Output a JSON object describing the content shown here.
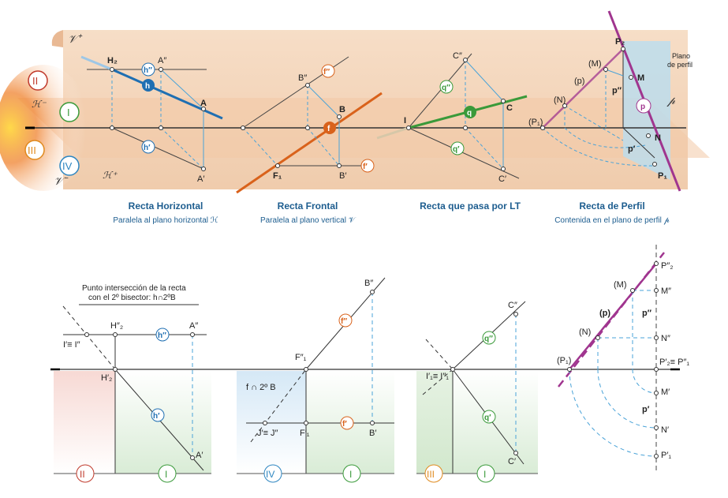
{
  "planes": {
    "v_plus": "𝒱⁺",
    "v_minus": "𝒱⁻",
    "h_minus": "ℋ⁻",
    "h_plus": "ℋ⁺",
    "profile_plane_line1": "Plano",
    "profile_plane_line2": "de perfil",
    "profile_symbol": "𝓅"
  },
  "quadrants": {
    "q1": "I",
    "q2": "II",
    "q3": "III",
    "q4": "IV"
  },
  "captions": [
    {
      "title": "Recta Horizontal",
      "subtitle": "Paralela al plano horizontal ℋ"
    },
    {
      "title": "Recta Frontal",
      "subtitle": "Paralela al plano vertical 𝒱"
    },
    {
      "title": "Recta que pasa por LT",
      "subtitle": ""
    },
    {
      "title": "Recta de Perfil",
      "subtitle": "Contenida en el plano de perfil 𝓅"
    }
  ],
  "top_labels": {
    "H2": "H₂",
    "A2": "A″",
    "A": "A",
    "A1": "A′",
    "h2": "h″",
    "h": "h",
    "h1": "h′",
    "B2": "B″",
    "B": "B",
    "B1": "B′",
    "F1": "F₁",
    "f2": "f″",
    "f": "f",
    "f1": "f′",
    "C2": "C″",
    "C": "C",
    "C1": "C′",
    "I": "I",
    "q2": "q″",
    "q": "q",
    "q1": "q′",
    "P2": "P₂",
    "M": "M",
    "Mp": "(M)",
    "Np": "(N)",
    "N": "N",
    "P1": "P₁",
    "P1p": "(P₁)",
    "p": "p",
    "pp": "(p)",
    "p2": "p″",
    "p1": "p′"
  },
  "bottom": {
    "panel1": {
      "note_line1": "Punto intersección de la recta",
      "note_line2": "con el 2º bisector: h∩2ºB",
      "II": "I′≡ I″",
      "H2": "H″₂",
      "H2b": "H′₂",
      "h2": "h″",
      "h1": "h′",
      "A2": "A″",
      "A1": "A′",
      "quad_left": "II",
      "quad_right": "I"
    },
    "panel2": {
      "note": "f ∩ 2º B",
      "J": "J′≡ J″",
      "F1a": "F″₁",
      "F1b": "F′₁",
      "f2": "f″",
      "f1": "f′",
      "B2": "B″",
      "B1": "B′",
      "quad_left": "IV",
      "quad_right": "I"
    },
    "panel3": {
      "I": "I′₁≡ I″₁",
      "q2": "q″",
      "q1": "q′",
      "C2": "C″",
      "C1": "C′",
      "quad_left": "III",
      "quad_right": "I"
    },
    "panel4": {
      "P2": "P″₂",
      "M2": "M″",
      "N2": "N″",
      "P": "P′₂≡ P″₁",
      "M1": "M′",
      "N1": "N′",
      "P1": "P′₁",
      "Mp": "(M)",
      "Np": "(N)",
      "P1p": "(P₁)",
      "pp": "(p)",
      "p2": "p″",
      "p1": "p′"
    },
    "LT_marks": "—"
  },
  "colors": {
    "horizontal": "#1f6fb2",
    "frontal": "#d9621b",
    "lt": "#3a9a3a",
    "profile": "#a0358f",
    "blue_dash": "#4aa3d8",
    "plane_fill": "#f3d3b8",
    "profile_plane": "#b9ddf0",
    "q_red": "#c0392b",
    "q_green": "#3a9a3a",
    "q_orange": "#e08a1e",
    "q_blue": "#2e86c1"
  }
}
